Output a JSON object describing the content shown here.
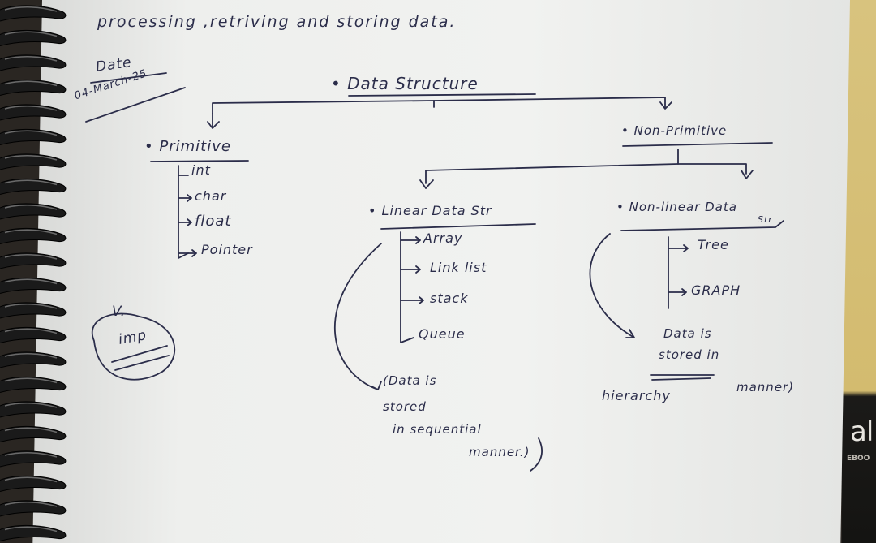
{
  "header": {
    "line": "processing ,retriving and storing data."
  },
  "date": {
    "label": "Date",
    "value": "04-March-25"
  },
  "diagram": {
    "root": "• Data Structure",
    "primitive": {
      "title": "• Primitive",
      "items": [
        "int",
        "char",
        "float",
        "Pointer"
      ]
    },
    "non_primitive": {
      "title": "• Non-Primitive"
    },
    "linear": {
      "title": "• Linear Data Str",
      "items": [
        "Array",
        "Link list",
        "stack",
        "Queue"
      ],
      "note_lines": [
        "(Data is",
        "stored",
        "in sequential",
        "manner.)"
      ]
    },
    "non_linear": {
      "title": "• Non-linear Data",
      "title_suffix": "Str",
      "items": [
        "Tree",
        "GRAPH"
      ],
      "note_lines": [
        "Data is",
        "stored in",
        "manner)",
        "hierarchy"
      ]
    },
    "side_note": {
      "mark": "V.",
      "text": "imp"
    }
  },
  "colors": {
    "ink": "#2b2d4a",
    "paper": "#f1f2f0",
    "rings": "#1a1a1a",
    "book_cover": "#d3bb6f"
  },
  "icons": [
    "spiral-binding-rings-icon",
    "arrow-down-icon",
    "arrow-right-icon",
    "bracket-icon"
  ]
}
